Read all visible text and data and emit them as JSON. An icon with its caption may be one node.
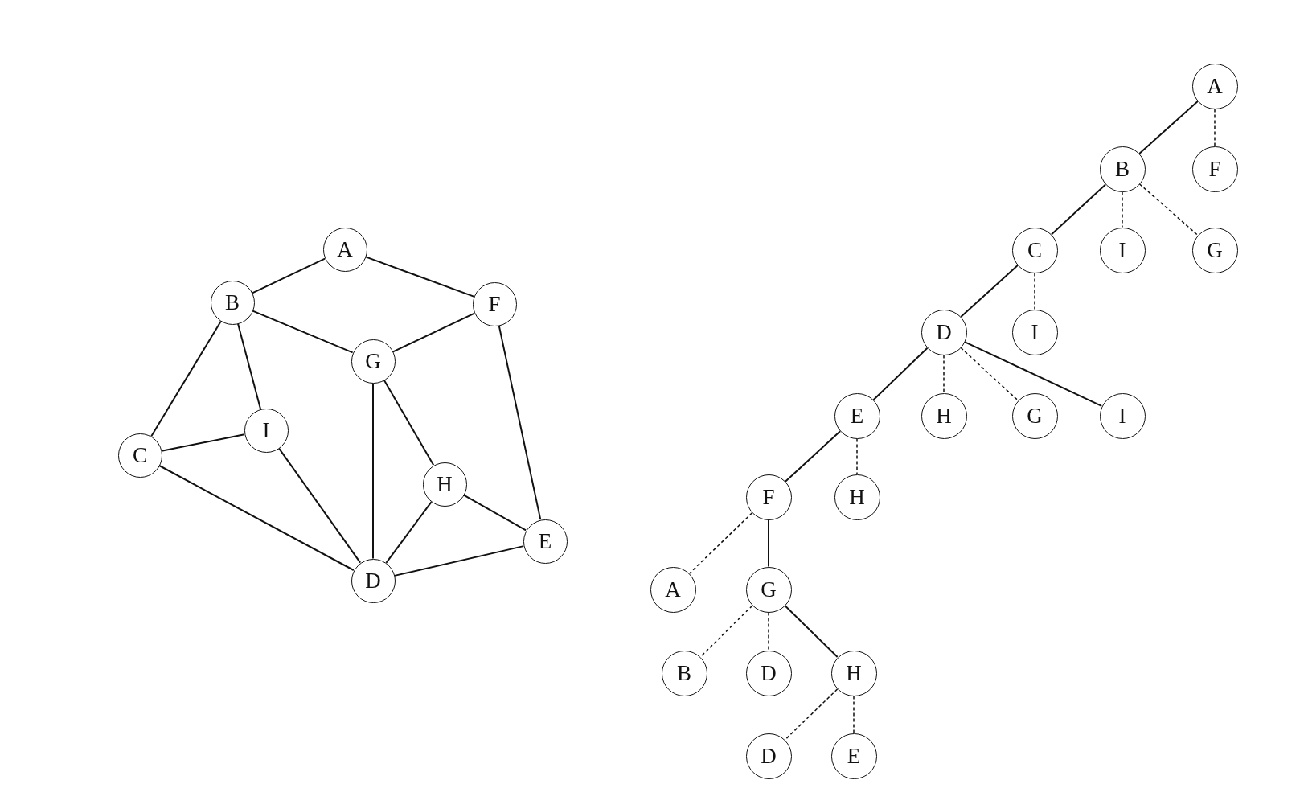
{
  "diagram": {
    "nodes": [
      {
        "text": [
          "A"
        ]
      },
      {
        "text": [
          "B"
        ]
      },
      {
        "text": [
          "F"
        ]
      },
      {
        "text": [
          "G"
        ]
      },
      {
        "text": [
          "I"
        ]
      },
      {
        "text": [
          "C"
        ]
      },
      {
        "text": [
          "H"
        ]
      },
      {
        "text": [
          "E"
        ]
      },
      {
        "text": [
          "D"
        ]
      },
      {
        "text": [
          "A"
        ]
      },
      {
        "text": [
          "B"
        ]
      },
      {
        "text": [
          "F"
        ]
      },
      {
        "text": [
          "C"
        ]
      },
      {
        "text": [
          "I"
        ]
      },
      {
        "text": [
          "G"
        ]
      },
      {
        "text": [
          "D"
        ]
      },
      {
        "text": [
          "I"
        ]
      },
      {
        "text": [
          "E"
        ]
      },
      {
        "text": [
          "H"
        ]
      },
      {
        "text": [
          "G"
        ]
      },
      {
        "text": [
          "I"
        ]
      },
      {
        "text": [
          "F"
        ]
      },
      {
        "text": [
          "H"
        ]
      },
      {
        "text": [
          "A"
        ]
      },
      {
        "text": [
          "G"
        ]
      },
      {
        "text": [
          "B"
        ]
      },
      {
        "text": [
          "D"
        ]
      },
      {
        "text": [
          "H"
        ]
      },
      {
        "text": [
          "D"
        ]
      },
      {
        "text": [
          "E"
        ]
      }
    ],
    "edges": [
      {
        "from": 0,
        "to": 1,
        "arrow": "none"
      },
      {
        "from": 0,
        "to": 2,
        "arrow": "none"
      },
      {
        "from": 1,
        "to": 3,
        "arrow": "none"
      },
      {
        "from": 2,
        "to": 3,
        "arrow": "none"
      },
      {
        "from": 1,
        "to": 5,
        "arrow": "none"
      },
      {
        "from": 1,
        "to": 4,
        "arrow": "none"
      },
      {
        "from": 5,
        "to": 4,
        "arrow": "none"
      },
      {
        "from": 5,
        "to": 8,
        "arrow": "none"
      },
      {
        "from": 4,
        "to": 8,
        "arrow": "none"
      },
      {
        "from": 3,
        "to": 8,
        "arrow": "none"
      },
      {
        "from": 3,
        "to": 6,
        "arrow": "none"
      },
      {
        "from": 6,
        "to": 8,
        "arrow": "none"
      },
      {
        "from": 6,
        "to": 7,
        "arrow": "none"
      },
      {
        "from": 2,
        "to": 7,
        "arrow": "none"
      },
      {
        "from": 8,
        "to": 7,
        "arrow": "none"
      },
      {
        "from": 9,
        "to": 10,
        "arrow": "none"
      },
      {
        "from": 9,
        "to": 11,
        "arrow": "none",
        "style": "dashed"
      },
      {
        "from": 10,
        "to": 12,
        "arrow": "none"
      },
      {
        "from": 10,
        "to": 13,
        "arrow": "none",
        "style": "dashed"
      },
      {
        "from": 10,
        "to": 14,
        "arrow": "none",
        "style": "dashed"
      },
      {
        "from": 12,
        "to": 15,
        "arrow": "none"
      },
      {
        "from": 12,
        "to": 16,
        "arrow": "none",
        "style": "dashed"
      },
      {
        "from": 15,
        "to": 17,
        "arrow": "none"
      },
      {
        "from": 15,
        "to": 18,
        "arrow": "none",
        "style": "dashed"
      },
      {
        "from": 15,
        "to": 19,
        "arrow": "none",
        "style": "dashed"
      },
      {
        "from": 15,
        "to": 20,
        "arrow": "none"
      },
      {
        "from": 17,
        "to": 21,
        "arrow": "none"
      },
      {
        "from": 17,
        "to": 22,
        "arrow": "none",
        "style": "dashed"
      },
      {
        "from": 21,
        "to": 23,
        "arrow": "none",
        "style": "dashed"
      },
      {
        "from": 21,
        "to": 24,
        "arrow": "none"
      },
      {
        "from": 24,
        "to": 25,
        "arrow": "none",
        "style": "dashed"
      },
      {
        "from": 24,
        "to": 26,
        "arrow": "none",
        "style": "dashed"
      },
      {
        "from": 24,
        "to": 27,
        "arrow": "none"
      },
      {
        "from": 27,
        "to": 28,
        "arrow": "none",
        "style": "dashed"
      },
      {
        "from": 27,
        "to": 29,
        "arrow": "none",
        "style": "dashed"
      }
    ]
  }
}
